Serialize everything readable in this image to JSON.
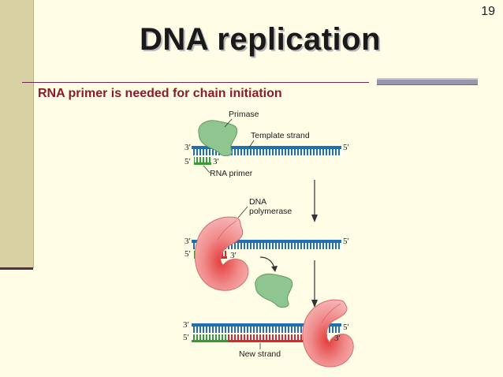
{
  "slide": {
    "number": "19",
    "title": "DNA replication",
    "subtitle": "RNA primer is needed for chain initiation"
  },
  "diagram": {
    "labels": {
      "primase": "Primase",
      "template_strand": "Template strand",
      "rna_primer": "RNA primer",
      "dna_polymerase_line1": "DNA",
      "dna_polymerase_line2": "polymerase",
      "new_strand": "New strand"
    },
    "end_labels": {
      "three_prime": "3′",
      "five_prime": "5′"
    }
  },
  "colors": {
    "template": "#1f6fb3",
    "primer": "#3a9a34",
    "new_strand": "#d82a2a",
    "primase": "#8fc58f",
    "polymerase": "#ec8c8c"
  }
}
